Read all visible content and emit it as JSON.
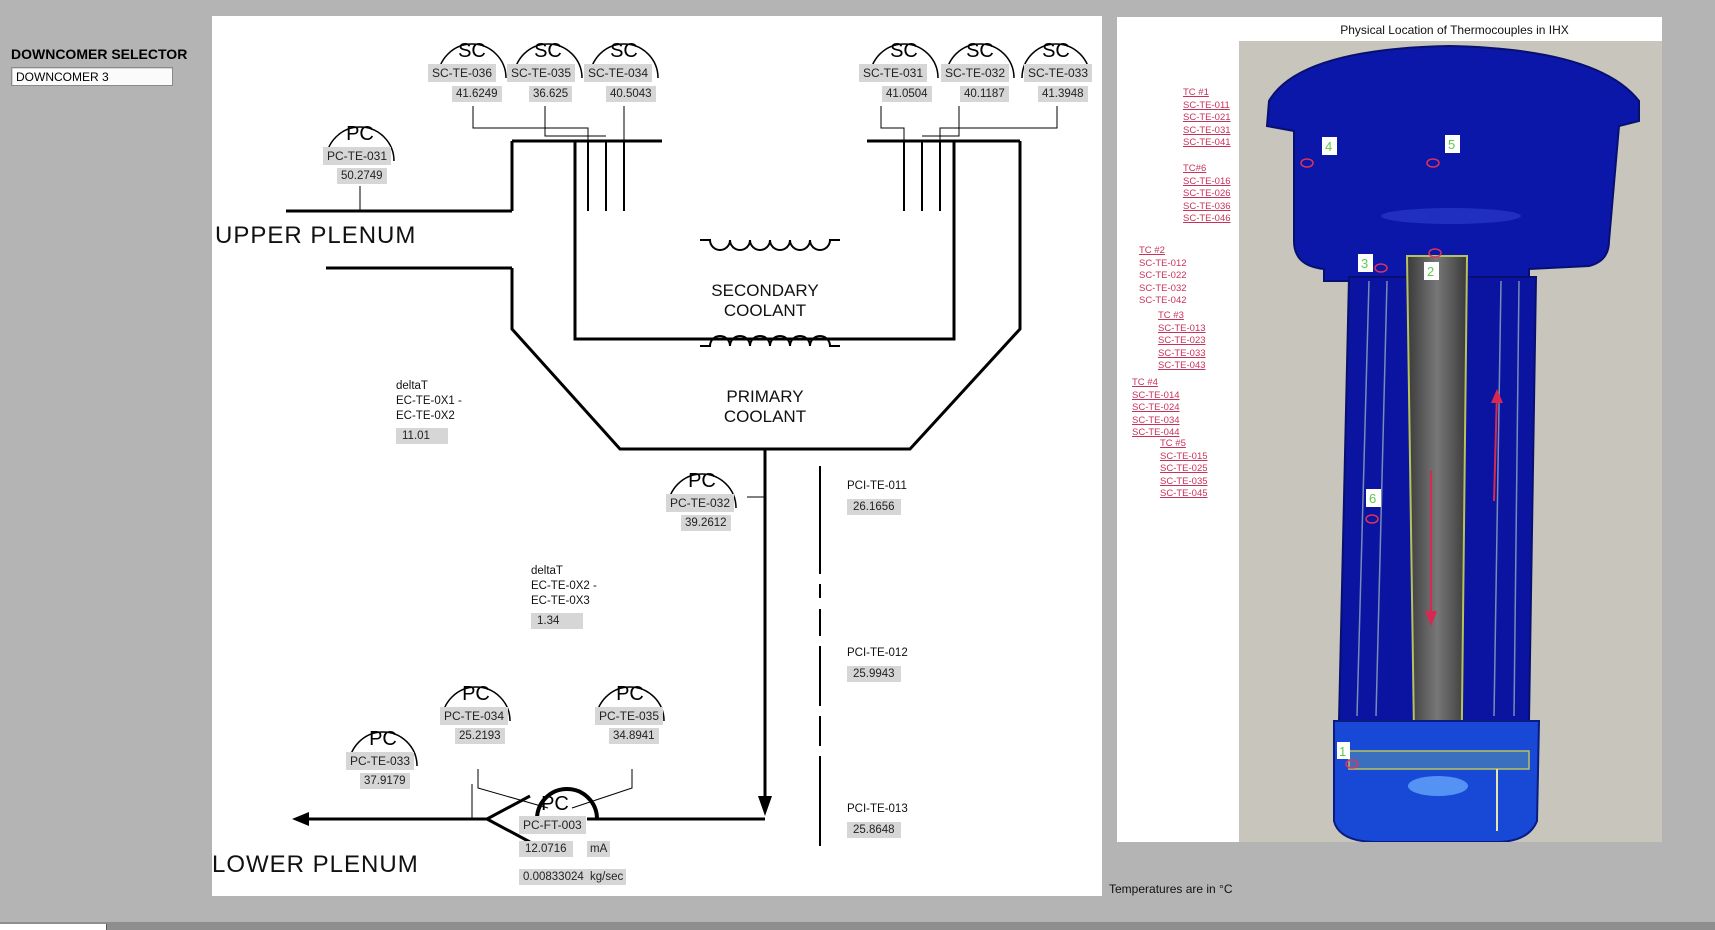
{
  "selector": {
    "label": "DOWNCOMER SELECTOR",
    "value": "DOWNCOMER 3"
  },
  "diagram": {
    "upper_plenum": "UPPER  PLENUM",
    "lower_plenum": "LOWER  PLENUM",
    "secondary_coolant": [
      "SECONDARY",
      "COOLANT"
    ],
    "primary_coolant": [
      "PRIMARY",
      "COOLANT"
    ],
    "sc_sensors": [
      {
        "head": "SC",
        "name": "SC-TE-036",
        "value": "41.6249"
      },
      {
        "head": "SC",
        "name": "SC-TE-035",
        "value": "36.625"
      },
      {
        "head": "SC",
        "name": "SC-TE-034",
        "value": "40.5043"
      },
      {
        "head": "SC",
        "name": "SC-TE-031",
        "value": "41.0504"
      },
      {
        "head": "SC",
        "name": "SC-TE-032",
        "value": "40.1187"
      },
      {
        "head": "SC",
        "name": "SC-TE-033",
        "value": "41.3948"
      }
    ],
    "pc_sensors": [
      {
        "head": "PC",
        "name": "PC-TE-031",
        "value": "50.2749"
      },
      {
        "head": "PC",
        "name": "PC-TE-032",
        "value": "39.2612"
      },
      {
        "head": "PC",
        "name": "PC-TE-033",
        "value": "37.9179"
      },
      {
        "head": "PC",
        "name": "PC-TE-034",
        "value": "25.2193"
      },
      {
        "head": "PC",
        "name": "PC-TE-035",
        "value": "34.8941"
      }
    ],
    "flow_meter": {
      "head": "PC",
      "name": "PC-FT-003",
      "current_value": "12.0716",
      "current_unit": "mA",
      "flow_value": "0.00833024",
      "flow_unit": "kg/sec"
    },
    "delta_t": [
      {
        "title": "deltaT",
        "line1": "EC-TE-0X1 -",
        "line2": "EC-TE-0X2",
        "value": "11.01"
      },
      {
        "title": "deltaT",
        "line1": "EC-TE-0X2 -",
        "line2": "EC-TE-0X3",
        "value": "1.34"
      }
    ],
    "pci_sensors": [
      {
        "name": "PCI-TE-011",
        "value": "26.1656"
      },
      {
        "name": "PCI-TE-012",
        "value": "25.9943"
      },
      {
        "name": "PCI-TE-013",
        "value": "25.8648"
      }
    ]
  },
  "photo": {
    "title": "Physical Location of Thermocouples in IHX",
    "groups": [
      {
        "title": "TC #1",
        "items": [
          "SC-TE-011",
          "SC-TE-021",
          "SC-TE-031",
          "SC-TE-041"
        ]
      },
      {
        "title": "TC#6",
        "items": [
          "SC-TE-016",
          "SC-TE-026",
          "SC-TE-036",
          "SC-TE-046"
        ]
      },
      {
        "title": "TC #2",
        "items": [
          "SC-TE-012",
          "SC-TE-022",
          "SC-TE-032",
          "SC-TE-042"
        ]
      },
      {
        "title": "TC #3",
        "items": [
          "SC-TE-013",
          "SC-TE-023",
          "SC-TE-033",
          "SC-TE-043"
        ]
      },
      {
        "title": "TC #4",
        "items": [
          "SC-TE-014",
          "SC-TE-024",
          "SC-TE-034",
          "SC-TE-044"
        ]
      },
      {
        "title": "TC #5",
        "items": [
          "SC-TE-015",
          "SC-TE-025",
          "SC-TE-035",
          "SC-TE-045"
        ]
      }
    ],
    "markers": [
      "1",
      "2",
      "3",
      "4",
      "5",
      "6"
    ]
  },
  "footer": {
    "units_note": "Temperatures are in °C"
  }
}
